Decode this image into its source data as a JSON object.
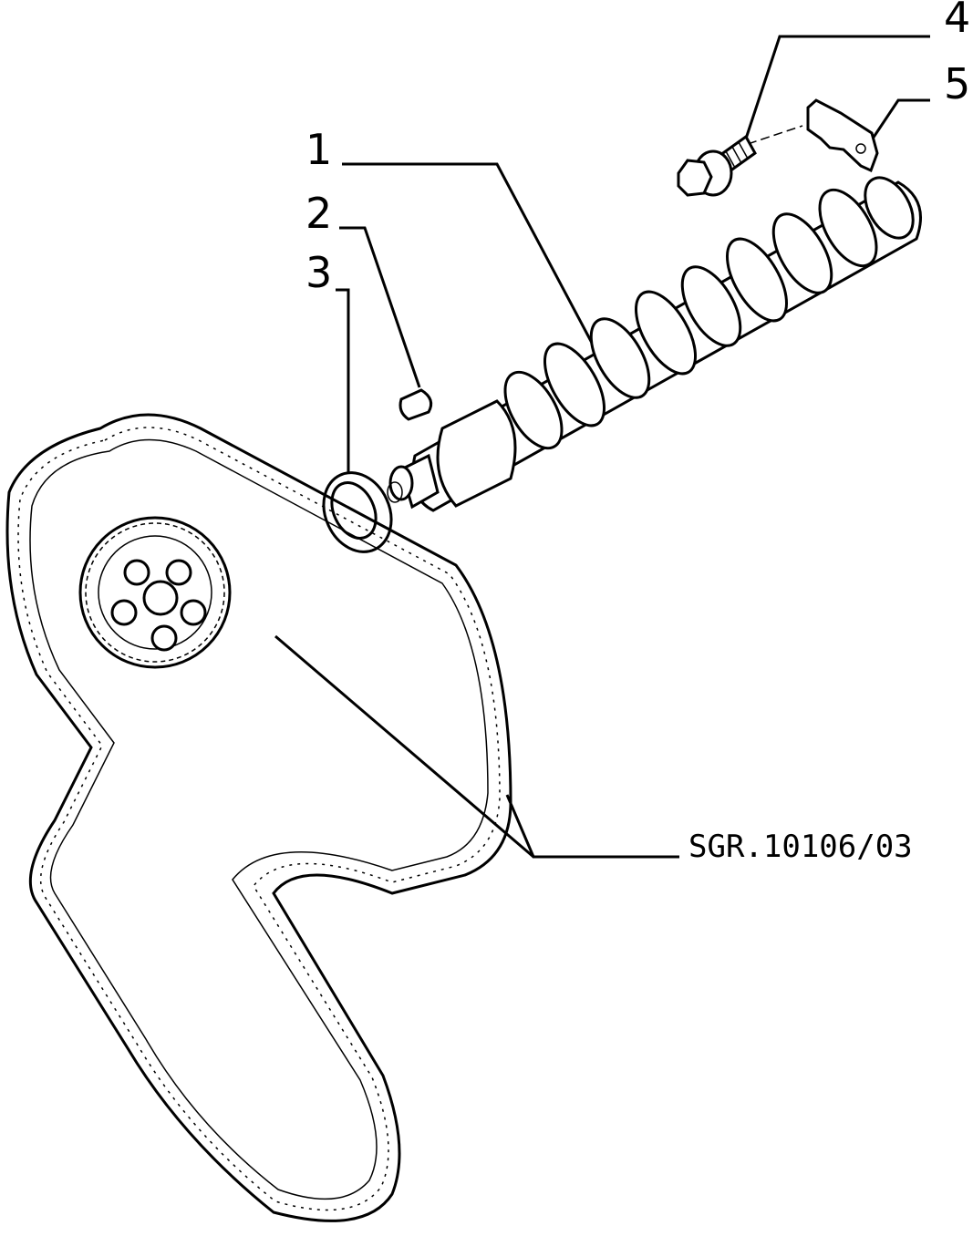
{
  "callouts": [
    {
      "number": "1",
      "part": "camshaft"
    },
    {
      "number": "2",
      "part": "key"
    },
    {
      "number": "3",
      "part": "seal-ring"
    },
    {
      "number": "4",
      "part": "bolt"
    },
    {
      "number": "5",
      "part": "bracket"
    }
  ],
  "reference_code": "SGR.10106/03",
  "colors": {
    "ink": "#000000",
    "paper": "#ffffff"
  }
}
